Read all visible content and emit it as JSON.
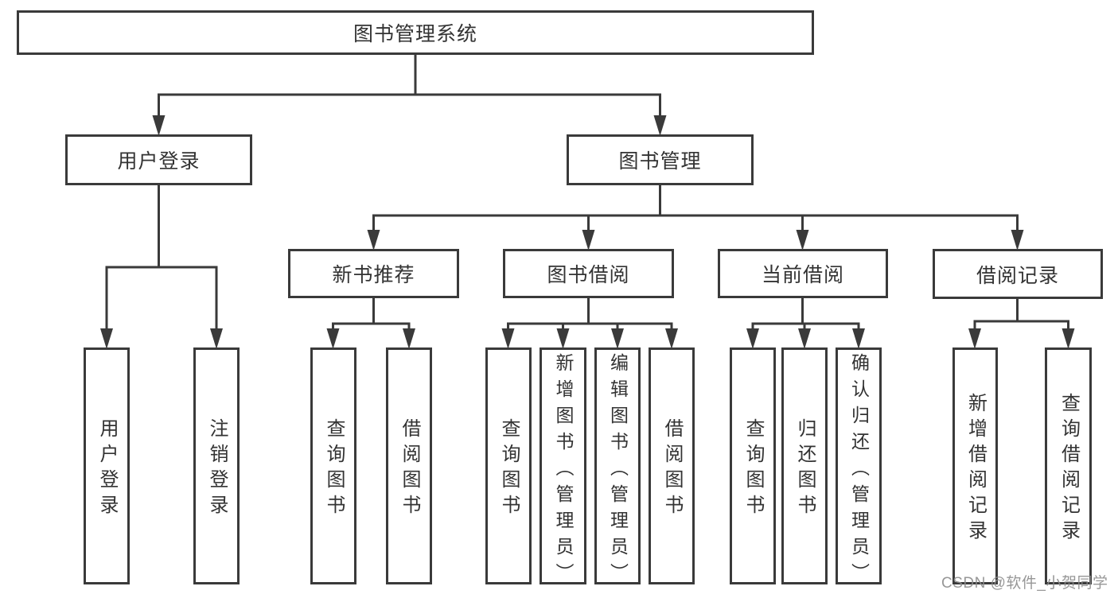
{
  "colors": {
    "line": "#3a3a3a",
    "text": "#333333",
    "bg": "#ffffff",
    "watermark": "#8c8c8c"
  },
  "diagram_type": "hierarchy-tree",
  "tree": {
    "label": "图书管理系统",
    "children": [
      {
        "label": "用户登录",
        "children": [
          {
            "label": "用户登录"
          },
          {
            "label": "注销登录"
          }
        ]
      },
      {
        "label": "图书管理",
        "children": [
          {
            "label": "新书推荐",
            "children": [
              {
                "label": "查询图书"
              },
              {
                "label": "借阅图书"
              }
            ]
          },
          {
            "label": "图书借阅",
            "children": [
              {
                "label": "查询图书"
              },
              {
                "label": "新增图书（管理员）"
              },
              {
                "label": "编辑图书（管理员）"
              },
              {
                "label": "借阅图书"
              }
            ]
          },
          {
            "label": "当前借阅",
            "children": [
              {
                "label": "查询图书"
              },
              {
                "label": "归还图书"
              },
              {
                "label": "确认归还（管理员）"
              }
            ]
          },
          {
            "label": "借阅记录",
            "children": [
              {
                "label": "新增借阅记录"
              },
              {
                "label": "查询借阅记录"
              }
            ]
          }
        ]
      }
    ]
  },
  "watermark": {
    "text": "CSDN @软件_小贺同学"
  }
}
